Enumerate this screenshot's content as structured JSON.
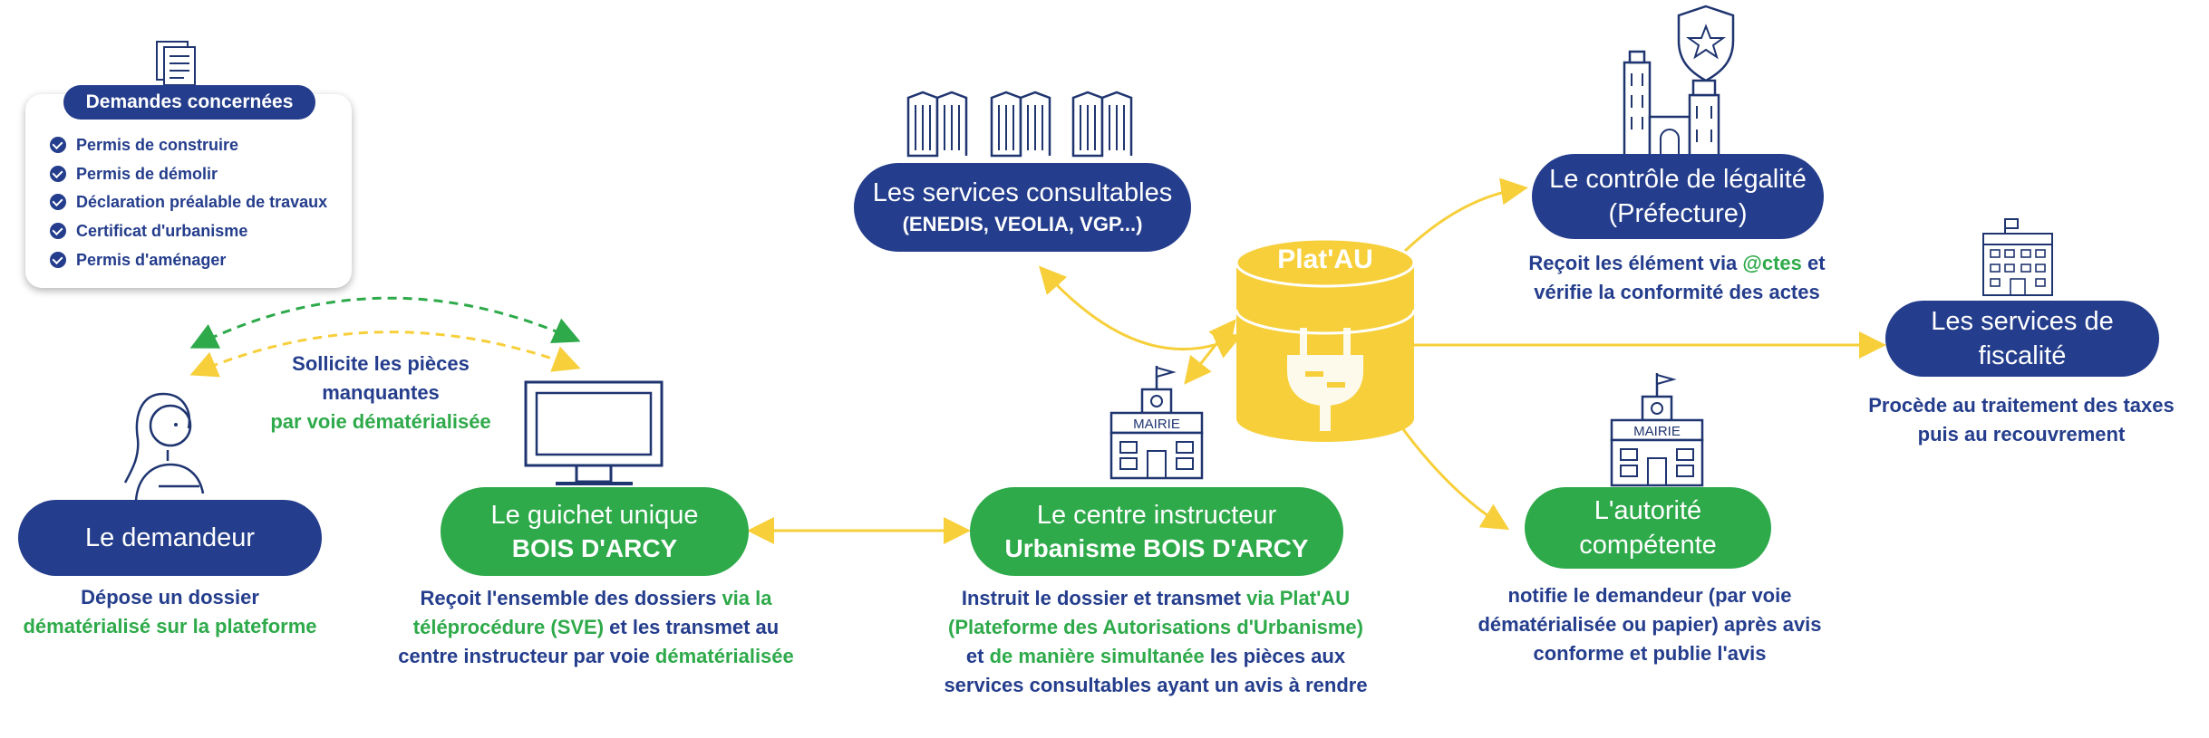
{
  "demandes": {
    "title": "Demandes concernées",
    "items": [
      "Permis de construire",
      "Permis de démolir",
      "Déclaration préalable de travaux",
      "Certificat d'urbanisme",
      "Permis d'aménager"
    ]
  },
  "demandeur": {
    "label": "Le demandeur",
    "caption_line1": "Dépose un dossier",
    "caption_line2": "dématérialisé sur la plateforme"
  },
  "sollicite": {
    "line1": "Sollicite les pièces",
    "line2": "manquantes",
    "line3": "par voie dématérialisée"
  },
  "guichet": {
    "label1": "Le guichet unique",
    "label2": "BOIS D'ARCY",
    "cap1_a": "Reçoit l'ensemble des dossiers ",
    "cap1_b": "via la",
    "cap2_a": "téléprocédure (SVE)",
    "cap2_b": " et les transmet au",
    "cap3_a": "centre instructeur par voie ",
    "cap3_b": "dématérialisée"
  },
  "centre": {
    "label1": "Le centre instructeur",
    "label2": "Urbanisme BOIS D'ARCY",
    "mairie_sign": "MAIRIE",
    "cap1_a": "Instruit le dossier et transmet ",
    "cap1_b": "via Plat'AU",
    "cap2": "(Plateforme des Autorisations d'Urbanisme)",
    "cap3_a": "et ",
    "cap3_b": "de manière simultanée",
    "cap3_c": " les pièces aux",
    "cap4": "services consultables ayant un avis à rendre"
  },
  "services_consultables": {
    "label1": "Les services consultables",
    "label2": "(ENEDIS, VEOLIA, VGP...)"
  },
  "platau": {
    "label": "Plat'AU"
  },
  "controle": {
    "label1": "Le contrôle de légalité",
    "label2": "(Préfecture)",
    "cap1_a": "Reçoit les élément via ",
    "cap1_b": "@ctes",
    "cap1_c": " et",
    "cap2": "vérifie la conformité des actes"
  },
  "fiscalite": {
    "label1": "Les services de",
    "label2": "fiscalité",
    "cap1": "Procède au traitement des taxes",
    "cap2": "puis au recouvrement"
  },
  "autorite": {
    "label1": "L'autorité",
    "label2": "compétente",
    "mairie_sign": "MAIRIE",
    "cap1": "notifie le demandeur (par voie",
    "cap2": "dématérialisée ou papier) après avis",
    "cap3": "conforme et publie l'avis"
  },
  "colors": {
    "navy": "#243d8c",
    "green": "#2eaa4a",
    "yellow": "#f7cf3a",
    "icon_outline": "#1f3570"
  }
}
